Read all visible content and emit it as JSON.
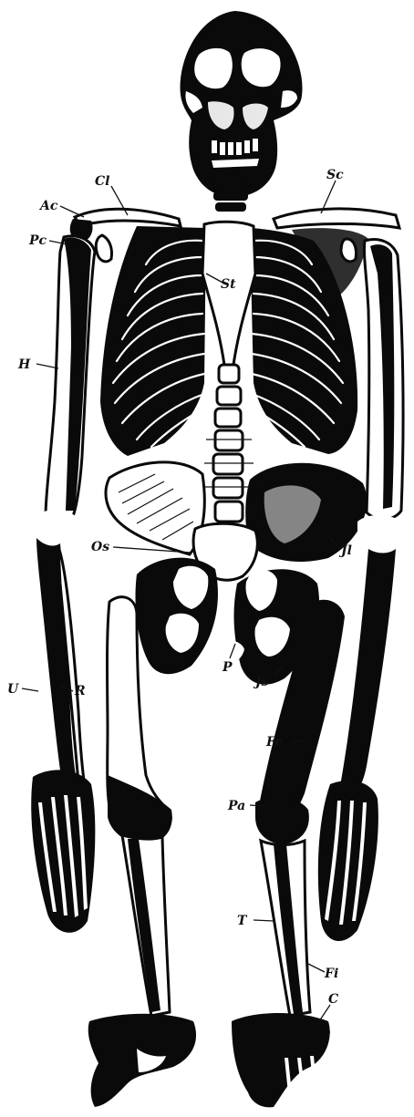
{
  "labels": {
    "cl": "Cl",
    "ac": "Ac",
    "pc": "Pc",
    "sc": "Sc",
    "st": "St",
    "h": "H",
    "os": "Os",
    "il": "Jl",
    "u": "U",
    "r": "R",
    "p": "P",
    "is": "Js",
    "fe": "Fe",
    "pa": "Pa",
    "t": "T",
    "fi": "Fi",
    "c": "C"
  }
}
